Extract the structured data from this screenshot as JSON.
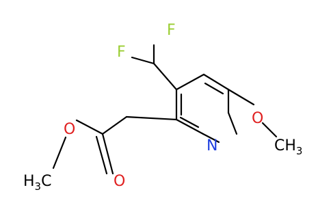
{
  "molecule": {
    "atoms": {
      "F_top": "F",
      "F_left": "F",
      "N_ring": "N",
      "O_methoxy": "O",
      "CH3_methoxy_main": "CH",
      "CH3_methoxy_sub": "3",
      "O_ester": "O",
      "O_carbonyl": "O",
      "H3C_ester_H": "H",
      "H3C_ester_sub": "3",
      "H3C_ester_C": "C"
    },
    "colors": {
      "bond": "#000000",
      "F": "#9ACD32",
      "N": "#1E3FE0",
      "O": "#E02020",
      "C": "#000000"
    }
  }
}
